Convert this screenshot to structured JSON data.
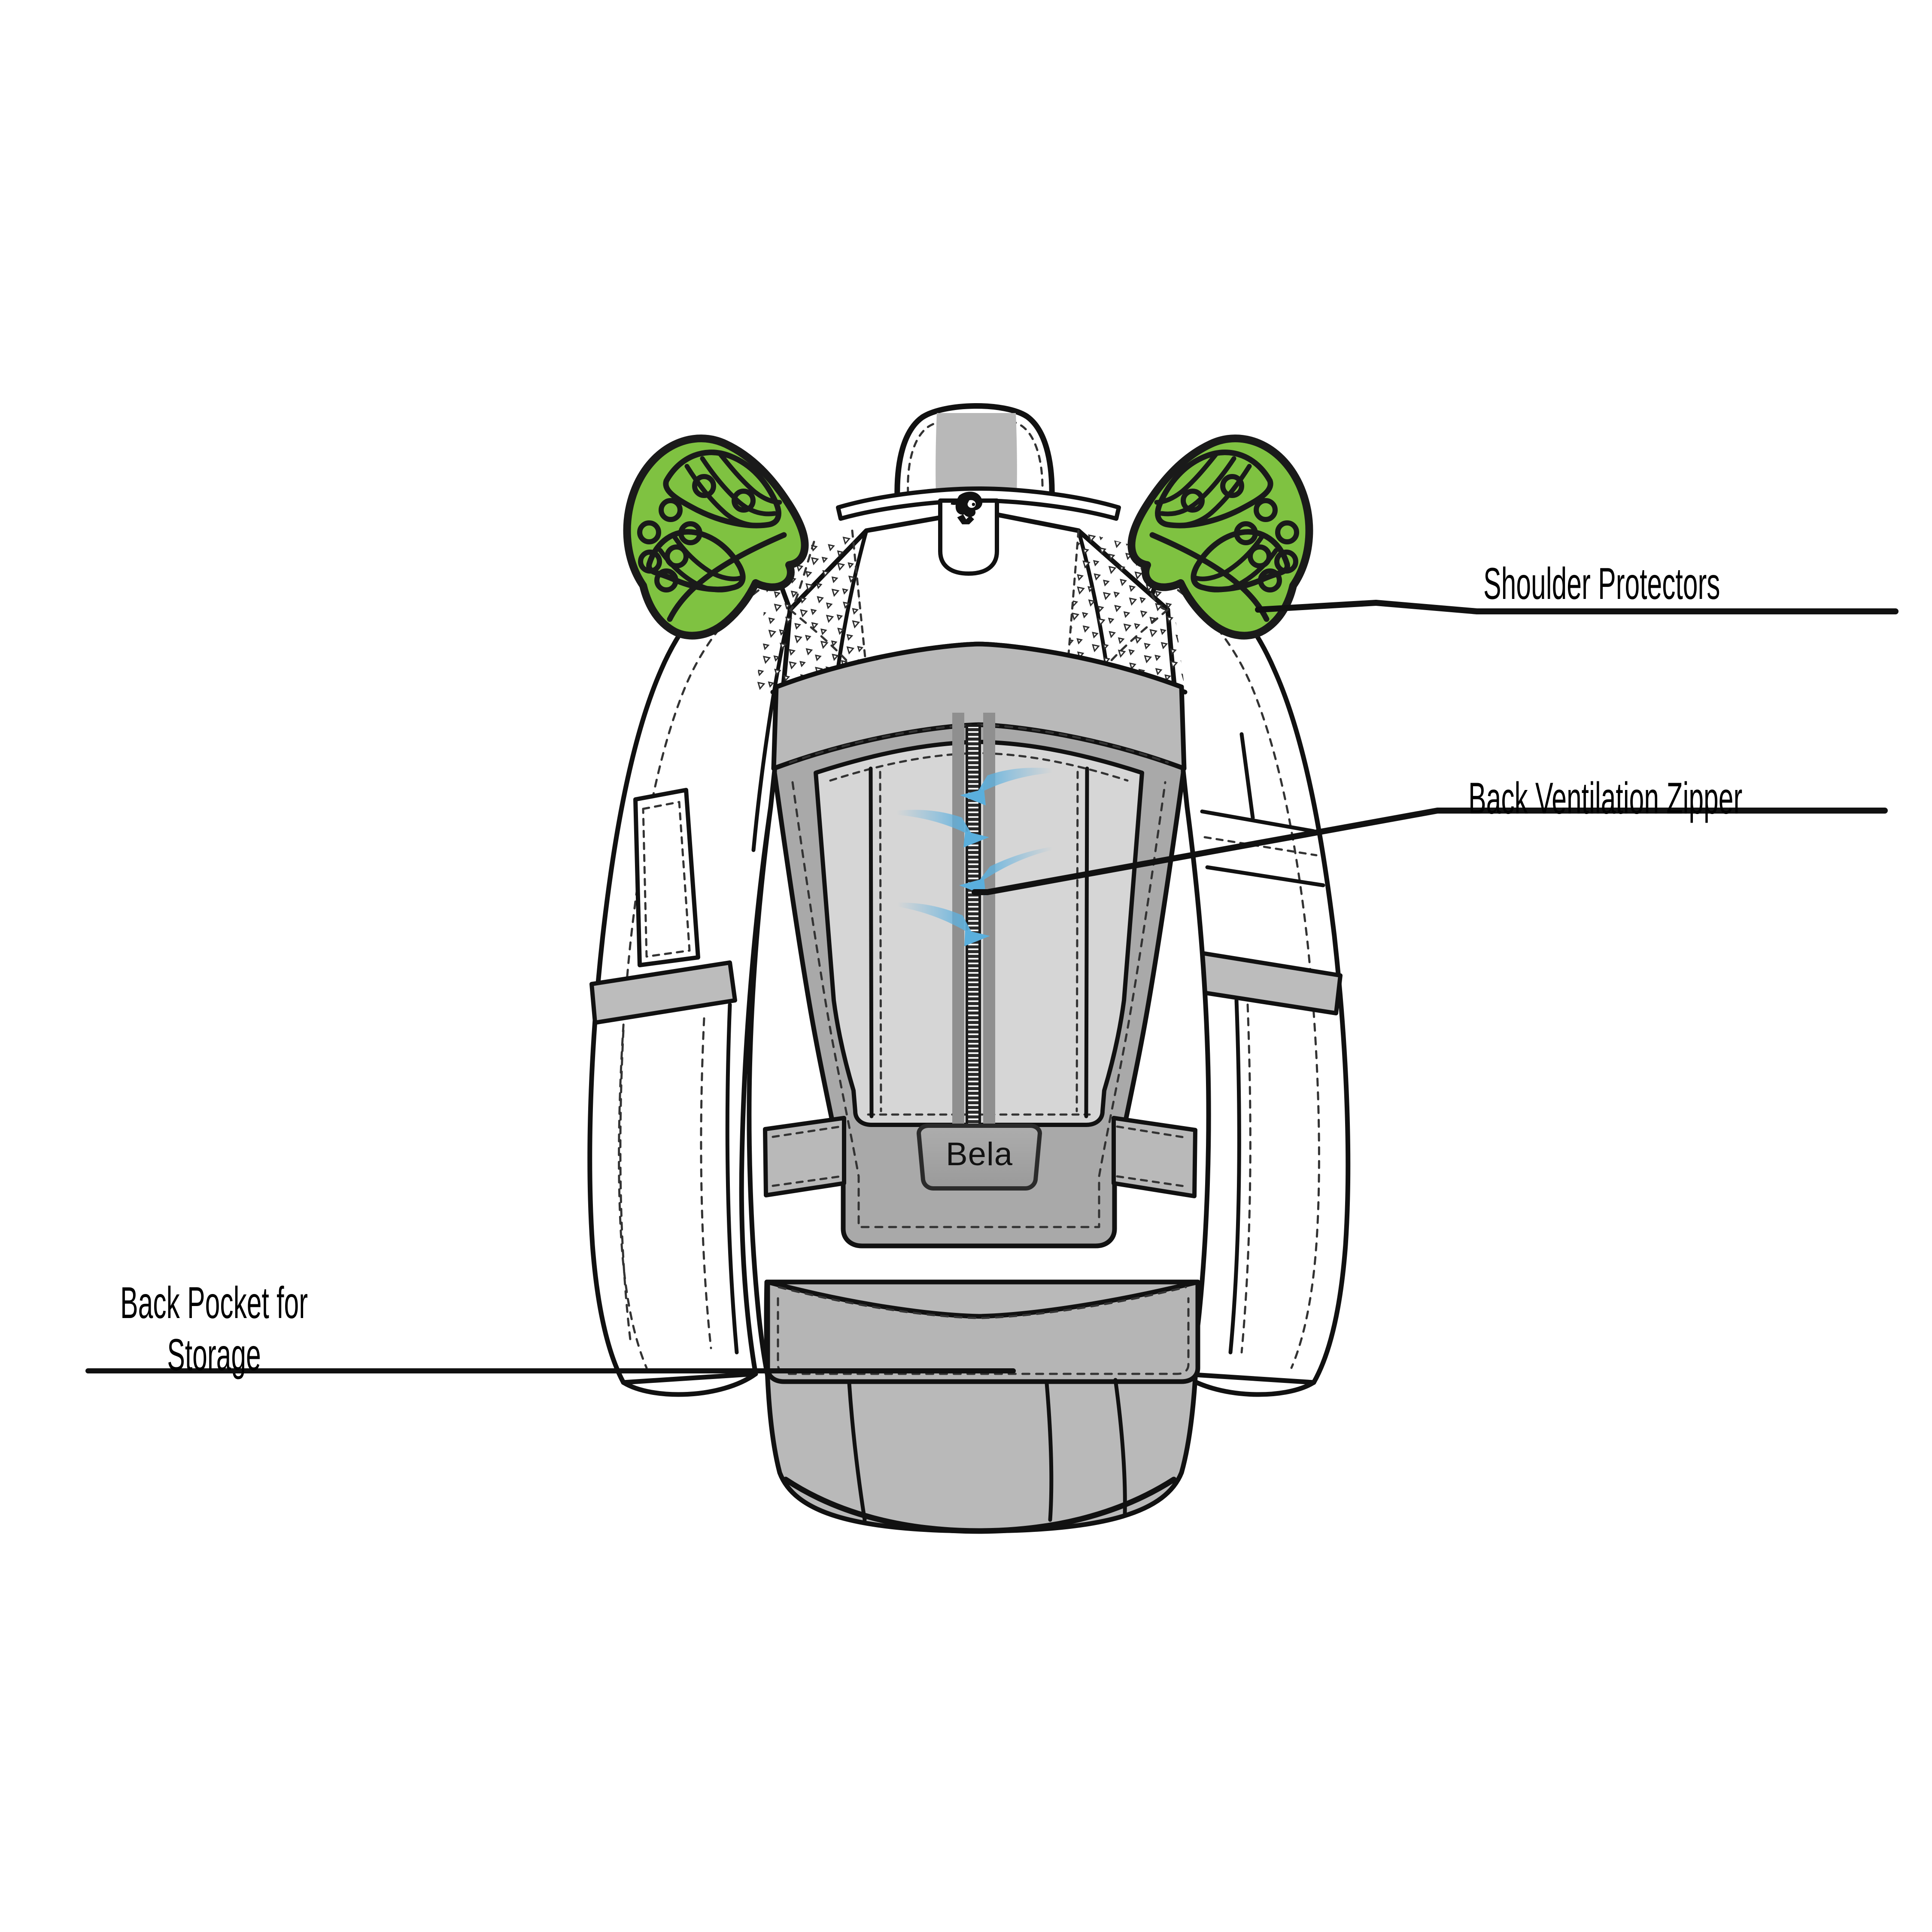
{
  "illustration": {
    "subject": "Motorcycle textile jacket — back view technical drawing",
    "brand_badge": "Bela",
    "brand_logo_icon": "roaring-panther-head-icon",
    "background_color": "#ffffff",
    "line_color": "#1a1a1a",
    "colors": {
      "protector_green": "#7FC241",
      "protector_outline": "#1a1a1a",
      "panel_gray_dark": "#a9a9a9",
      "panel_gray_mid": "#b9b9b9",
      "panel_gray_light": "#d6d6d6",
      "panel_gray_lighter": "#dedede",
      "reflective_band": "#bcbcbc",
      "zipper_tape": "#8f8f8f",
      "airflow_blue": "#63b3e0",
      "badge_fill": "#9e9e9e",
      "collar_patch": "#b8b8b8"
    }
  },
  "annotations": [
    {
      "id": "shoulder-protectors",
      "label": "Shoulder Protectors",
      "lines": [
        "Shoulder Protectors"
      ],
      "align": "left",
      "leader": "from right shoulder protector up-right to underline"
    },
    {
      "id": "back-ventilation-zipper",
      "label": "Back Ventilation Zipper",
      "lines": [
        "Back Ventilation Zipper"
      ],
      "align": "left",
      "leader": "from center back zipper up-right to underline"
    },
    {
      "id": "back-pocket-for-storage",
      "label": "Back Pocket for Storage",
      "lines": [
        "Back Pocket for",
        "Storage"
      ],
      "align": "center",
      "leader": "horizontal line from left text to lower back pocket"
    }
  ],
  "features": {
    "shoulder_protector_left": "shoulder-protector-left",
    "shoulder_protector_right": "shoulder-protector-right",
    "collar": "collar",
    "collar_patch": "collar-gray-patch",
    "brand_logo": "panther-head-logo",
    "mesh_vent_left": "perforated-mesh-panel-left",
    "mesh_vent_right": "perforated-mesh-panel-right",
    "yoke_band": "upper-back-gray-yoke",
    "center_zipper": "back-ventilation-zipper",
    "airflow_arrows": [
      "airflow-arrow-1",
      "airflow-arrow-2",
      "airflow-arrow-3",
      "airflow-arrow-4"
    ],
    "brand_badge": "bela-badge",
    "waist_belt": "waist-adjustment-belt",
    "back_pocket": "back-storage-pocket",
    "pocket_flap": "back-storage-pocket-flap",
    "sleeve_left": "left-sleeve",
    "sleeve_right": "right-sleeve",
    "reflective_band_left": "left-sleeve-reflective-band",
    "reflective_band_right": "right-sleeve-reflective-band",
    "arm_pocket_left": "left-arm-pocket"
  }
}
